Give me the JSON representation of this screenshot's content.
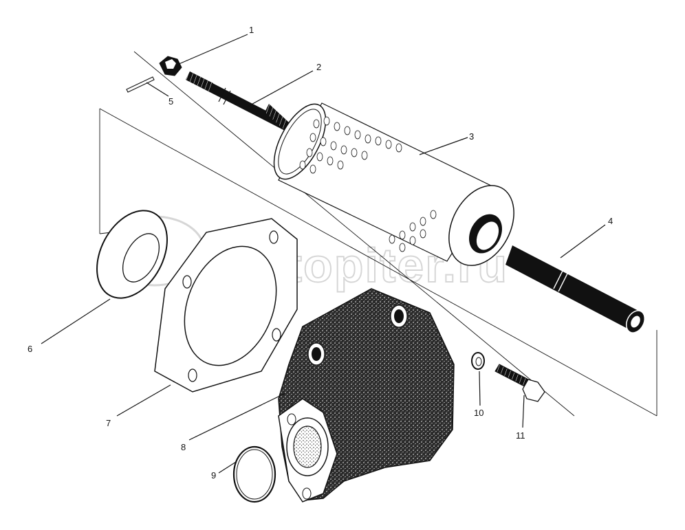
{
  "watermark": {
    "text": "autopiter.ru"
  },
  "callouts": [
    {
      "id": "1",
      "label": "1"
    },
    {
      "id": "2",
      "label": "2"
    },
    {
      "id": "3",
      "label": "3"
    },
    {
      "id": "4",
      "label": "4"
    },
    {
      "id": "5",
      "label": "5"
    },
    {
      "id": "6",
      "label": "6"
    },
    {
      "id": "7",
      "label": "7"
    },
    {
      "id": "8",
      "label": "8"
    },
    {
      "id": "9",
      "label": "9"
    },
    {
      "id": "10",
      "label": "10"
    },
    {
      "id": "11",
      "label": "11"
    }
  ]
}
